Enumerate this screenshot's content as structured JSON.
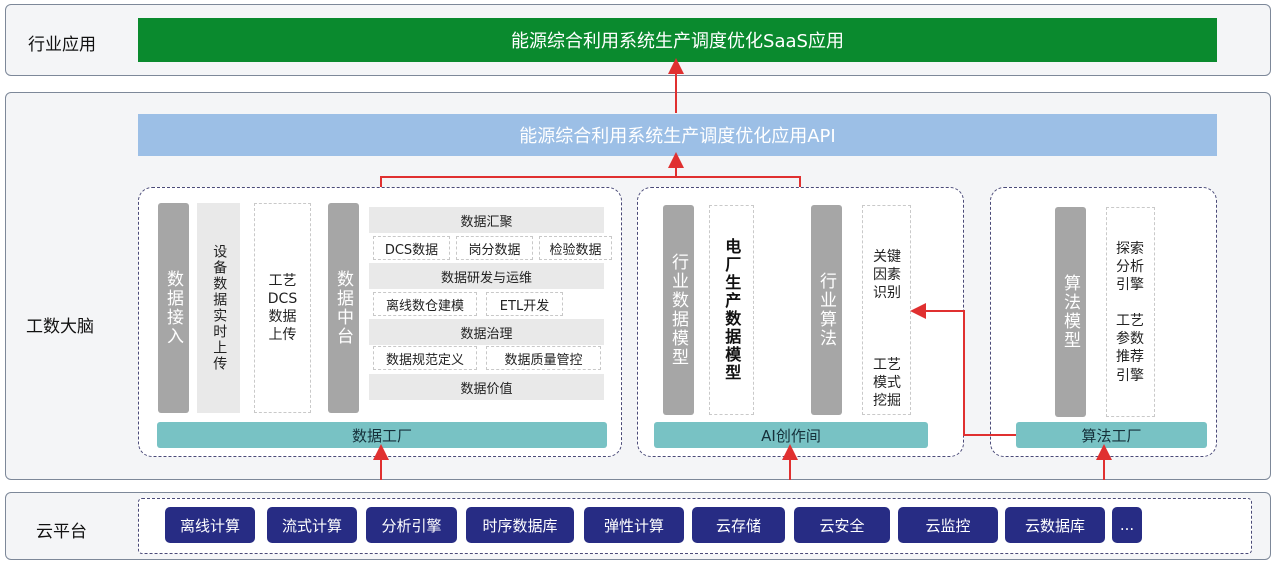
{
  "rows": {
    "industry": "行业应用",
    "brain": "工数大脑",
    "cloud": "云平台"
  },
  "top_bar": "能源综合利用系统生产调度优化SaaS应用",
  "api_bar": "能源综合利用系统生产调度优化应用API",
  "data_factory": {
    "access": "数据接入",
    "device_upload": "设备数据实时上传",
    "craft_upload": "工艺DCS数据上传",
    "middle": "数据中台",
    "sections": [
      {
        "header": "数据汇聚",
        "items": [
          "DCS数据",
          "岗分数据",
          "检验数据"
        ]
      },
      {
        "header": "数据研发与运维",
        "items": [
          "离线数仓建模",
          "ETL开发"
        ]
      },
      {
        "header": "数据治理",
        "items": [
          "数据规范定义",
          "数据质量管控"
        ]
      },
      {
        "header": "数据价值",
        "items": []
      }
    ],
    "footer": "数据工厂"
  },
  "ai_room": {
    "industry_model": "行业数据模型",
    "power_model": "电厂生产数据模型",
    "industry_algo": "行业算法",
    "key_factor": "关键因素识别",
    "craft_mining": "工艺模式挖掘",
    "footer": "AI创作间"
  },
  "algo_factory": {
    "model": "算法模型",
    "explore": "探索分析引擎",
    "recommend": "工艺参数推荐引擎",
    "footer": "算法工厂"
  },
  "cloud_items": [
    "离线计算",
    "流式计算",
    "分析引擎",
    "时序数据库",
    "弹性计算",
    "云存储",
    "云安全",
    "云监控",
    "云数据库",
    "..."
  ],
  "colors": {
    "green": "#0a8a2e",
    "api_blue": "#9cbfe6",
    "navy": "#272c84",
    "teal": "#78c2c4",
    "arrow": "#e03030"
  }
}
